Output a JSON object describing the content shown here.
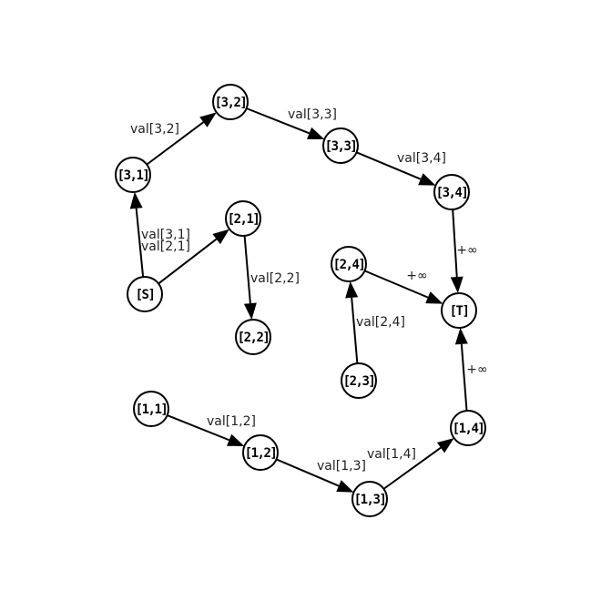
{
  "nodes": [
    {
      "id": "S",
      "label": "[S]"
    },
    {
      "id": "T",
      "label": "[T]"
    },
    {
      "id": "n11",
      "label": "[1,1]"
    },
    {
      "id": "n12",
      "label": "[1,2]"
    },
    {
      "id": "n13",
      "label": "[1,3]"
    },
    {
      "id": "n14",
      "label": "[1,4]"
    },
    {
      "id": "n21",
      "label": "[2,1]"
    },
    {
      "id": "n22",
      "label": "[2,2]"
    },
    {
      "id": "n23",
      "label": "[2,3]"
    },
    {
      "id": "n24",
      "label": "[2,4]"
    },
    {
      "id": "n31",
      "label": "[3,1]"
    },
    {
      "id": "n32",
      "label": "[3,2]"
    },
    {
      "id": "n33",
      "label": "[3,3]"
    },
    {
      "id": "n34",
      "label": "[3,4]"
    }
  ],
  "edges": [
    {
      "id": "e-s-21",
      "from": "S",
      "to": "n21",
      "label": "val[2,1]"
    },
    {
      "id": "e-s-31",
      "from": "S",
      "to": "n31",
      "label": "val[3,1]"
    },
    {
      "id": "e-31-32",
      "from": "n31",
      "to": "n32",
      "label": "val[3,2]"
    },
    {
      "id": "e-32-33",
      "from": "n32",
      "to": "n33",
      "label": "val[3,3]"
    },
    {
      "id": "e-33-34",
      "from": "n33",
      "to": "n34",
      "label": "val[3,4]"
    },
    {
      "id": "e-34-t",
      "from": "n34",
      "to": "T",
      "label": "+∞"
    },
    {
      "id": "e-21-22",
      "from": "n21",
      "to": "n22",
      "label": "val[2,2]"
    },
    {
      "id": "e-23-24",
      "from": "n23",
      "to": "n24",
      "label": "val[2,4]"
    },
    {
      "id": "e-24-t",
      "from": "n24",
      "to": "T",
      "label": "+∞"
    },
    {
      "id": "e-11-12",
      "from": "n11",
      "to": "n12",
      "label": "val[1,2]"
    },
    {
      "id": "e-12-13",
      "from": "n12",
      "to": "n13",
      "label": "val[1,3]"
    },
    {
      "id": "e-13-14",
      "from": "n13",
      "to": "n14",
      "label": "val[1,4]"
    },
    {
      "id": "e-14-t",
      "from": "n14",
      "to": "T",
      "label": "+∞"
    }
  ]
}
